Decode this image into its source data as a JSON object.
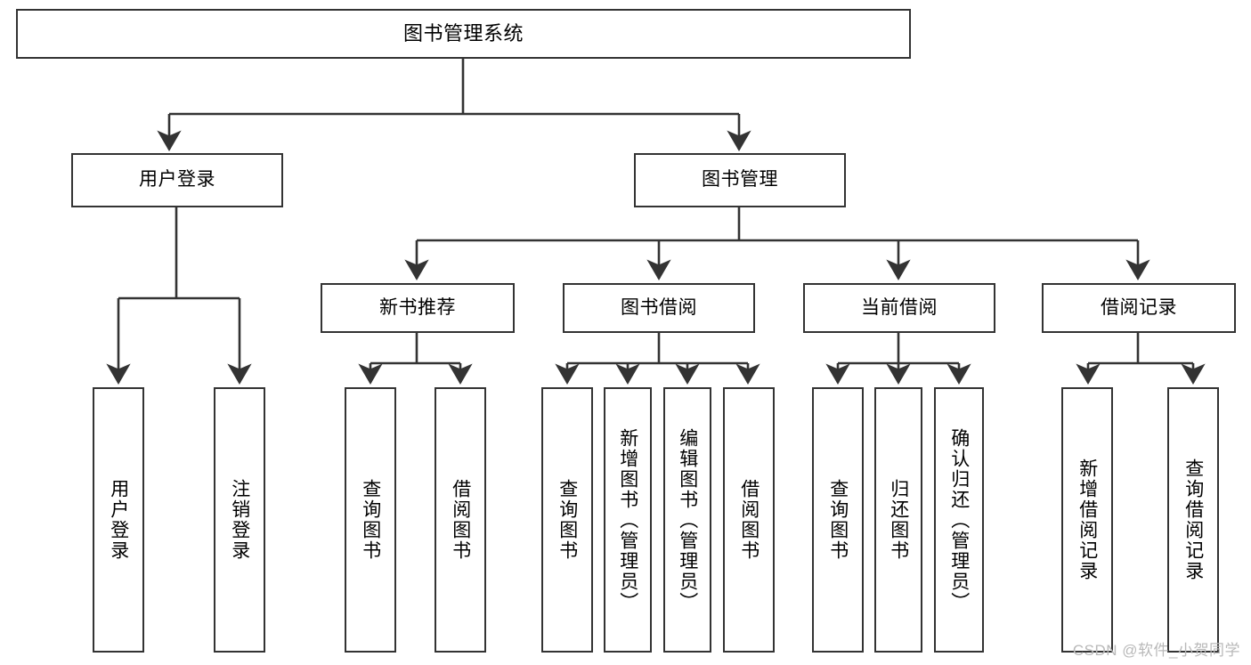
{
  "diagram": {
    "title": "图书管理系统",
    "type": "hierarchy-tree",
    "colors": {
      "box_border": "#333333",
      "box_fill": "#ffffff",
      "edge": "#333333",
      "text": "#000000",
      "watermark": "#b9b9b9",
      "background": "#ffffff"
    },
    "levels": {
      "root": "图书管理系统",
      "level2": [
        "用户登录",
        "图书管理"
      ],
      "level3": [
        "新书推荐",
        "图书借阅",
        "当前借阅",
        "借阅记录"
      ]
    },
    "nodes": {
      "root": {
        "label": "图书管理系统"
      },
      "user_login": {
        "label": "用户登录"
      },
      "book_manage": {
        "label": "图书管理"
      },
      "new_book_rec": {
        "label": "新书推荐"
      },
      "book_borrow": {
        "label": "图书借阅"
      },
      "current_borrow": {
        "label": "当前借阅"
      },
      "borrow_record": {
        "label": "借阅记录"
      },
      "leaf_user_login": {
        "label": "用户登录"
      },
      "leaf_user_logout": {
        "label": "注销登录"
      },
      "leaf_rec_query": {
        "label": "查询图书"
      },
      "leaf_rec_borrow": {
        "label": "借阅图书"
      },
      "leaf_borrow_query": {
        "label": "查询图书"
      },
      "leaf_borrow_add": {
        "label": "新增图书（管理员）"
      },
      "leaf_borrow_edit": {
        "label": "编辑图书（管理员）"
      },
      "leaf_borrow_lend": {
        "label": "借阅图书"
      },
      "leaf_cur_query": {
        "label": "查询图书"
      },
      "leaf_cur_return": {
        "label": "归还图书"
      },
      "leaf_cur_confirm": {
        "label": "确认归还（管理员）"
      },
      "leaf_rec_add": {
        "label": "新增借阅记录"
      },
      "leaf_rec_search": {
        "label": "查询借阅记录"
      }
    },
    "edges": [
      {
        "from": "root",
        "to": "user_login"
      },
      {
        "from": "root",
        "to": "book_manage"
      },
      {
        "from": "user_login",
        "to": "leaf_user_login"
      },
      {
        "from": "user_login",
        "to": "leaf_user_logout"
      },
      {
        "from": "book_manage",
        "to": "new_book_rec"
      },
      {
        "from": "book_manage",
        "to": "book_borrow"
      },
      {
        "from": "book_manage",
        "to": "current_borrow"
      },
      {
        "from": "book_manage",
        "to": "borrow_record"
      },
      {
        "from": "new_book_rec",
        "to": "leaf_rec_query"
      },
      {
        "from": "new_book_rec",
        "to": "leaf_rec_borrow"
      },
      {
        "from": "book_borrow",
        "to": "leaf_borrow_query"
      },
      {
        "from": "book_borrow",
        "to": "leaf_borrow_add"
      },
      {
        "from": "book_borrow",
        "to": "leaf_borrow_edit"
      },
      {
        "from": "book_borrow",
        "to": "leaf_borrow_lend"
      },
      {
        "from": "current_borrow",
        "to": "leaf_cur_query"
      },
      {
        "from": "current_borrow",
        "to": "leaf_cur_return"
      },
      {
        "from": "current_borrow",
        "to": "leaf_cur_confirm"
      },
      {
        "from": "borrow_record",
        "to": "leaf_rec_add"
      },
      {
        "from": "borrow_record",
        "to": "leaf_rec_search"
      }
    ]
  },
  "watermark": {
    "text": "CSDN @软件_小贺同学"
  }
}
